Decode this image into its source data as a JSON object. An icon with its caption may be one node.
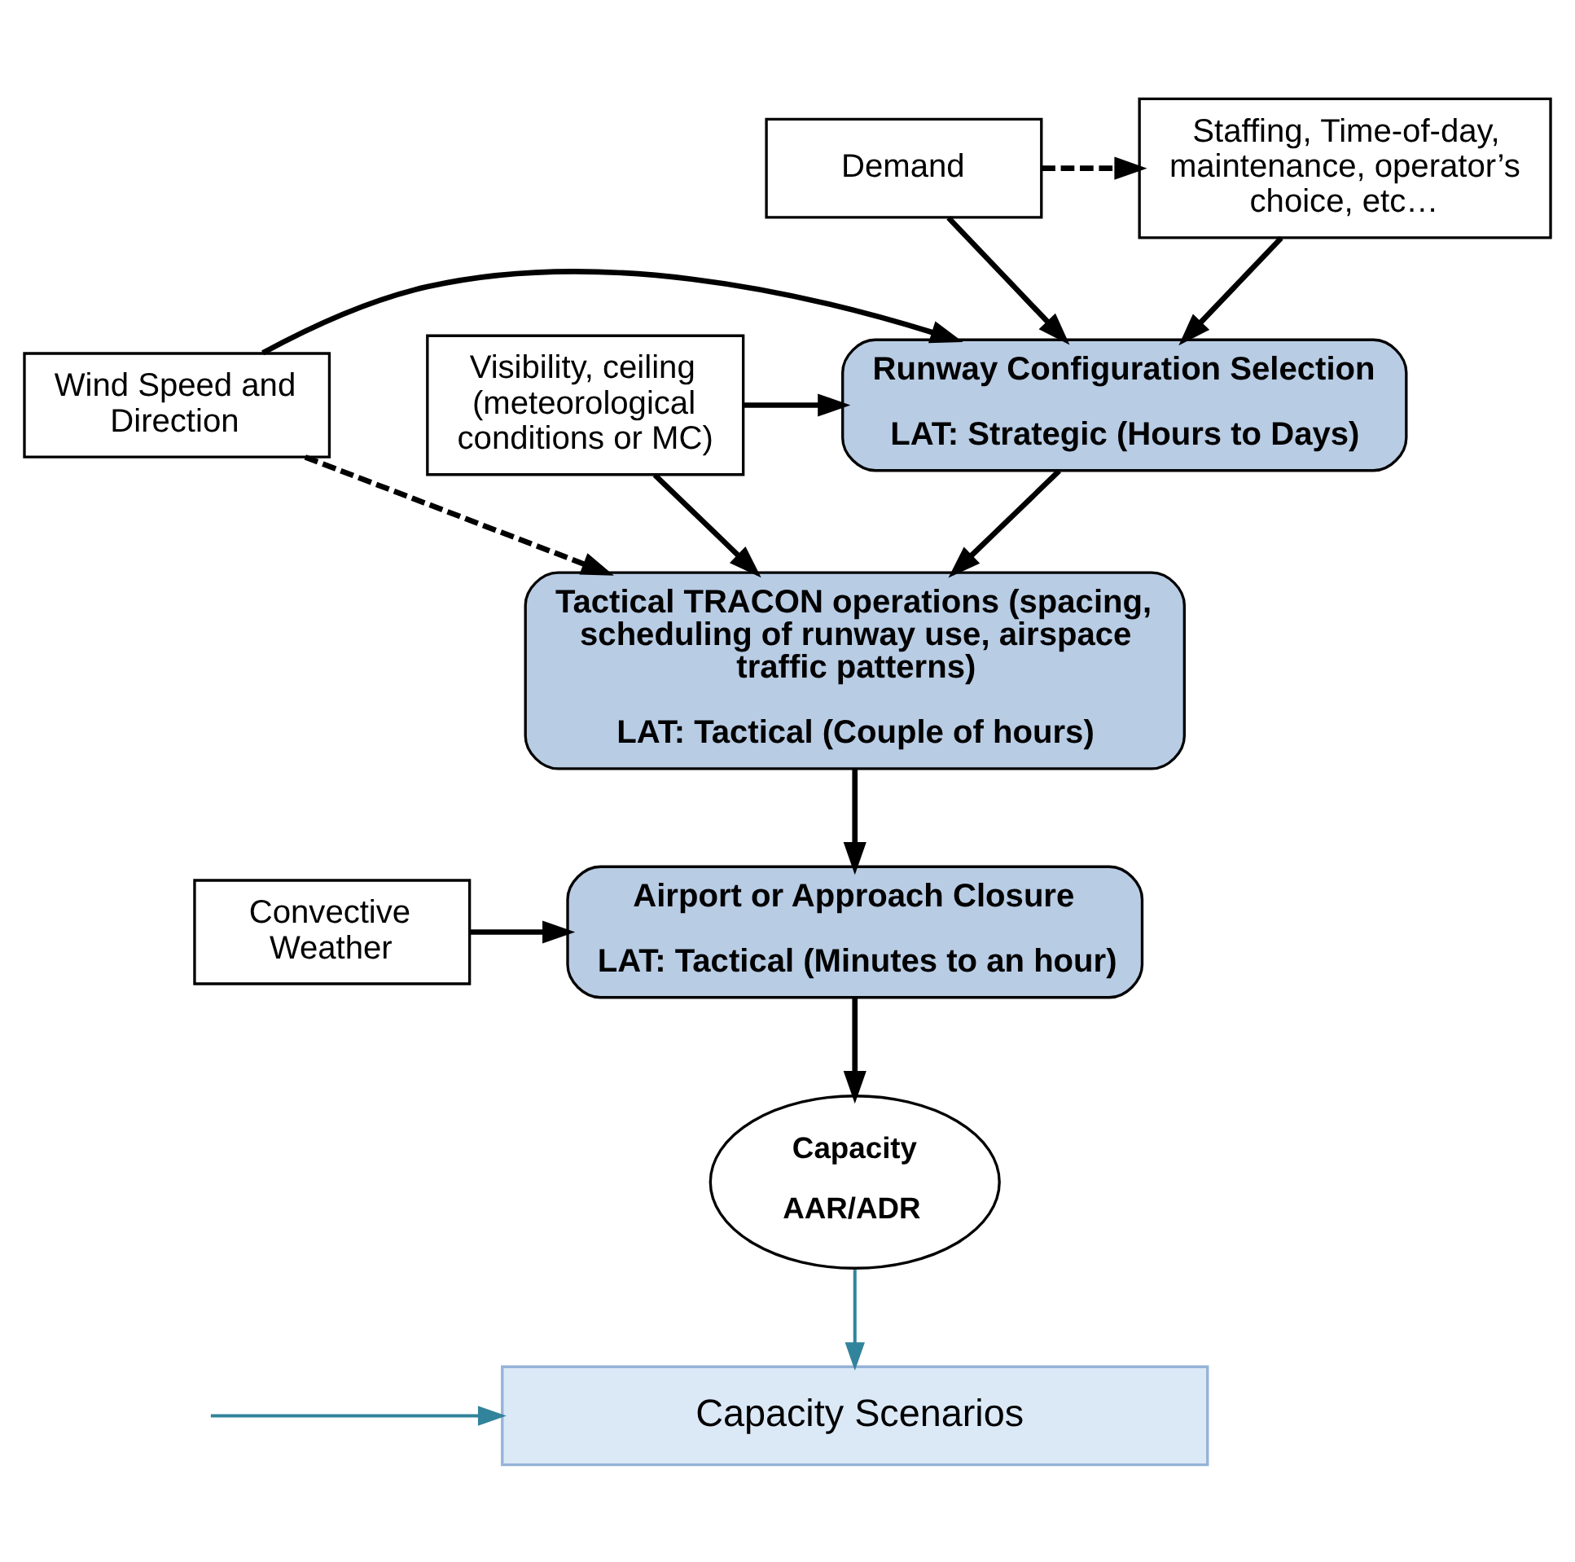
{
  "diagram": {
    "nodes": [
      {
        "text": [
          "Demand"
        ]
      },
      {
        "text": [
          "Staffing, Time-of-day, maintenance, operator’s choice, etc…"
        ]
      },
      {
        "text": [
          "Wind Speed and Direction"
        ]
      },
      {
        "text": [
          "Runway Configuration Selection",
          "LAT: Strategic (Hours to Days)"
        ]
      },
      {
        "text": [
          "Visibility, ceiling (meteorological conditions or MC)"
        ]
      },
      {
        "text": [
          "Tactical TRACON operations (spacing, scheduling of runway use, airspace traffic patterns)",
          "LAT: Tactical (Couple of hours)"
        ]
      },
      {
        "text": [
          "Convective Weather"
        ]
      },
      {
        "text": [
          "Airport or Approach Closure",
          "LAT: Tactical (Minutes to an hour)"
        ]
      },
      {
        "text": [
          "Capacity",
          "AAR/ADR"
        ]
      },
      {
        "text": [
          "Capacity Scenarios"
        ]
      }
    ],
    "edges": [
      {
        "from": 0,
        "to": 1,
        "arrow": "to",
        "style": "dashed"
      },
      {
        "from": 0,
        "to": 3,
        "arrow": "to"
      },
      {
        "from": 1,
        "to": 3,
        "arrow": "to"
      },
      {
        "from": 2,
        "to": 3,
        "arrow": "to"
      },
      {
        "from": 4,
        "to": 3,
        "arrow": "to"
      },
      {
        "from": 3,
        "to": 5,
        "arrow": "to"
      },
      {
        "from": 2,
        "to": 5,
        "arrow": "to",
        "style": "dashed"
      },
      {
        "from": 4,
        "to": 5,
        "arrow": "to"
      },
      {
        "from": 5,
        "to": 7,
        "arrow": "to"
      },
      {
        "from": 6,
        "to": 7,
        "arrow": "to"
      },
      {
        "from": 7,
        "to": 8,
        "arrow": "to"
      },
      {
        "from": 8,
        "to": 9,
        "arrow": "to",
        "color": "#31849b"
      },
      {
        "from": null,
        "to": 9,
        "arrow": "to",
        "color": "#31849b"
      }
    ]
  }
}
